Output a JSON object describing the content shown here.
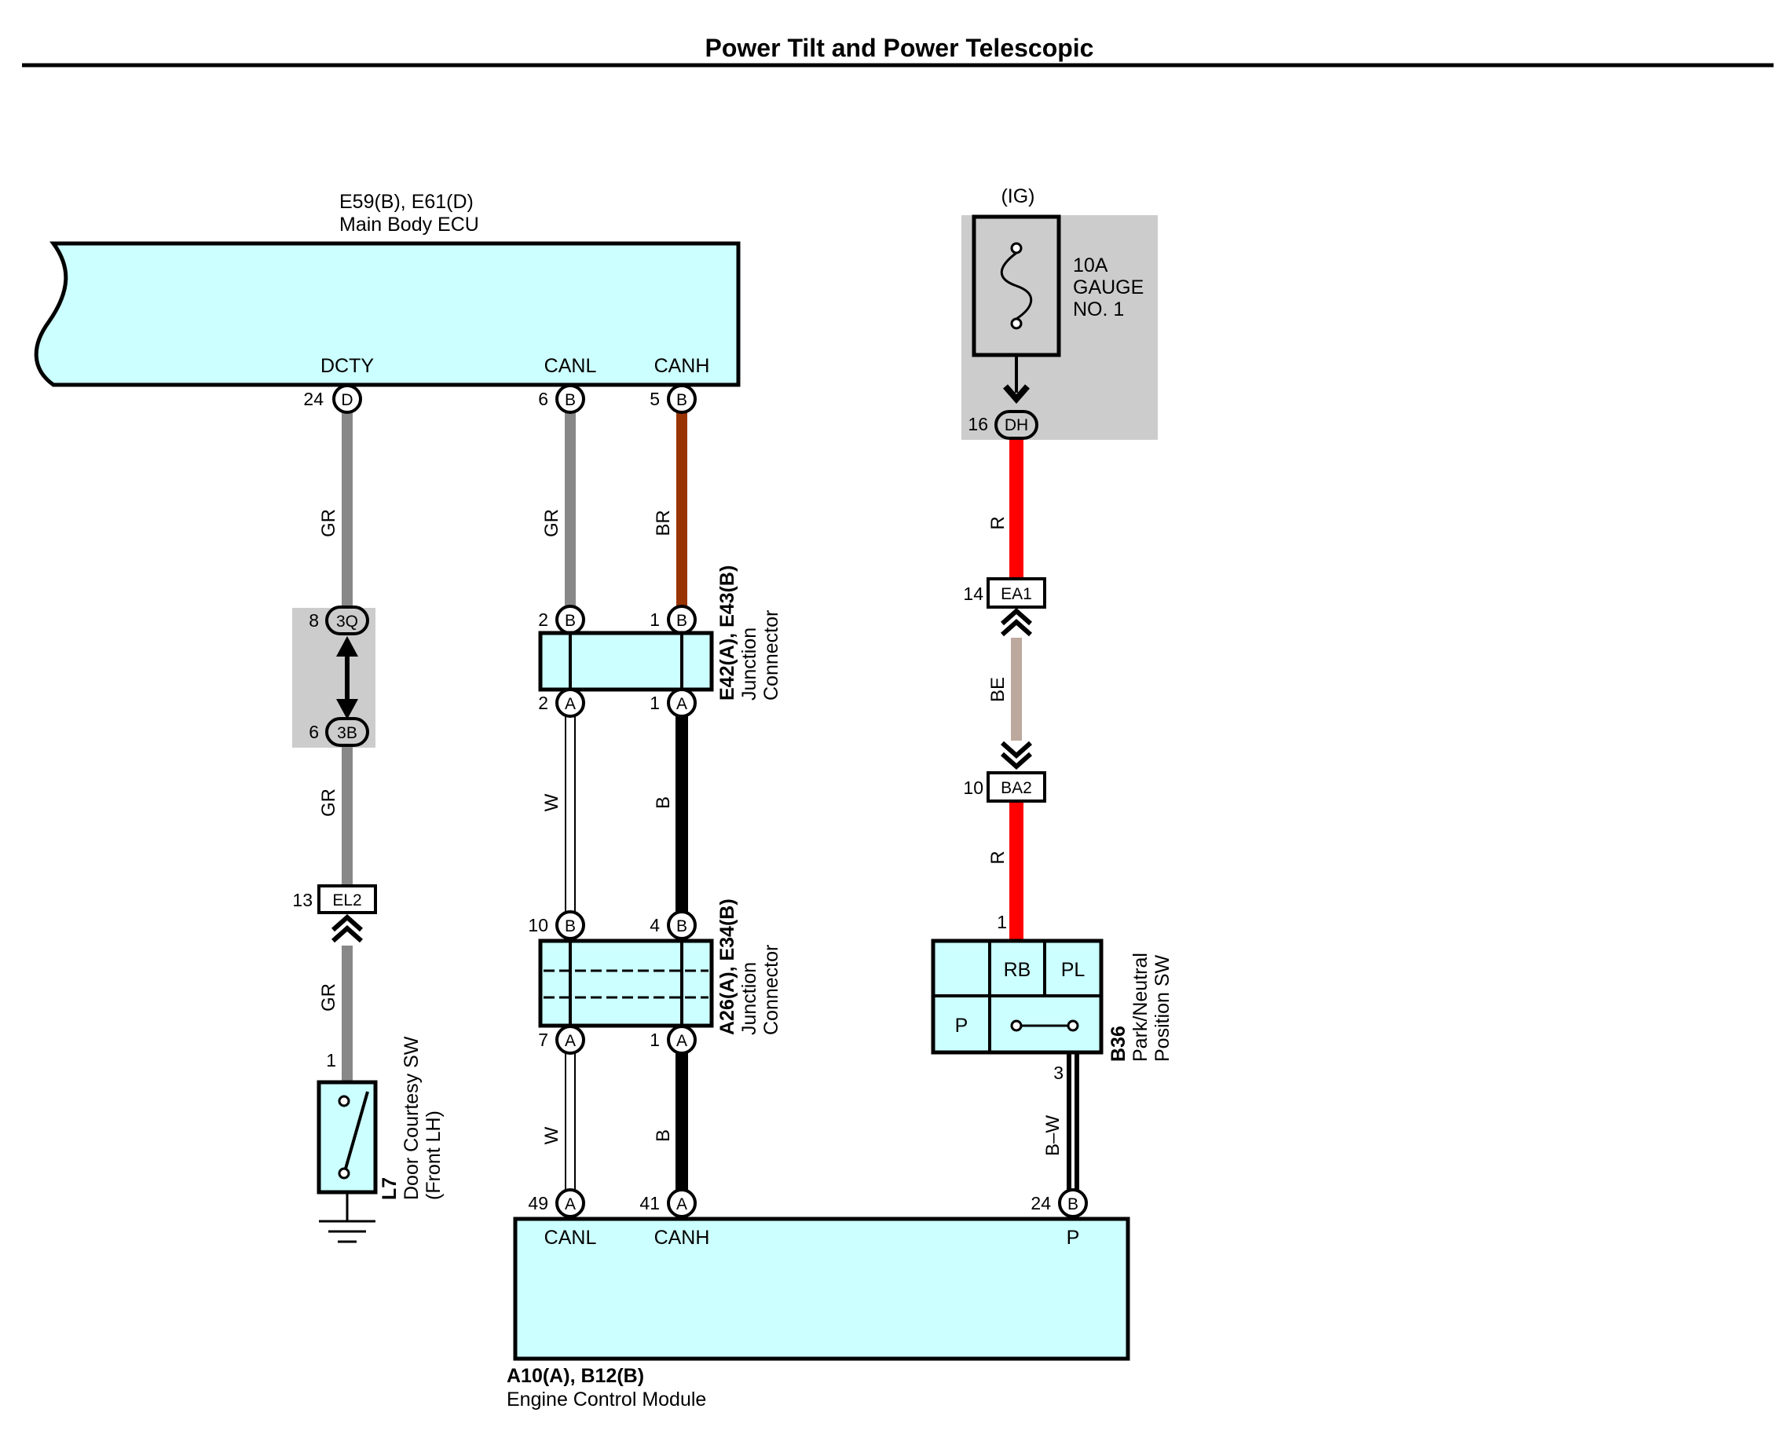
{
  "title": "Power Tilt and Power Telescopic",
  "components": {
    "main_body_ecu": {
      "connector_ids": "E59(B), E61(D)",
      "name": "Main Body ECU",
      "terminals": {
        "dcty": "DCTY",
        "canl": "CANL",
        "canh": "CANH"
      },
      "pins": {
        "dcty_num": "24",
        "dcty_conn": "D",
        "canl_num": "6",
        "canl_conn": "B",
        "canh_num": "5",
        "canh_conn": "B"
      }
    },
    "fuse": {
      "supply": "(IG)",
      "rating": "10A",
      "name_line1": "GAUGE",
      "name_line2": "NO. 1",
      "pin_num": "16",
      "pin_conn": "DH"
    },
    "junction_e42": {
      "connector_ids": "E42(A), E43(B)",
      "name_line1": "Junction",
      "name_line2": "Connector",
      "pins": {
        "top_left_num": "2",
        "top_left_conn": "B",
        "top_right_num": "1",
        "top_right_conn": "B",
        "bot_left_num": "2",
        "bot_left_conn": "A",
        "bot_right_num": "1",
        "bot_right_conn": "A"
      }
    },
    "junction_a26": {
      "connector_ids": "A26(A), E34(B)",
      "name_line1": "Junction",
      "name_line2": "Connector",
      "pins": {
        "top_left_num": "10",
        "top_left_conn": "B",
        "top_right_num": "4",
        "top_right_conn": "B",
        "bot_left_num": "7",
        "bot_left_conn": "A",
        "bot_right_num": "1",
        "bot_right_conn": "A"
      }
    },
    "inline_3q_3b": {
      "top_num": "8",
      "top_conn": "3Q",
      "bot_num": "6",
      "bot_conn": "3B"
    },
    "inline_el2": {
      "num": "13",
      "conn": "EL2"
    },
    "inline_ea1": {
      "num": "14",
      "conn": "EA1"
    },
    "inline_ba2": {
      "num": "10",
      "conn": "BA2"
    },
    "door_sw": {
      "connector_id": "L7",
      "name_line1": "Door Courtesy SW",
      "name_line2": "(Front LH)",
      "pin": "1"
    },
    "park_neutral_sw": {
      "connector_id": "B36",
      "name_line1": "Park/Neutral",
      "name_line2": "Position SW",
      "cells": {
        "rb": "RB",
        "pl": "PL",
        "p": "P"
      },
      "pin_in": "1",
      "pin_out": "3"
    },
    "ecm": {
      "connector_ids": "A10(A), B12(B)",
      "name": "Engine Control Module",
      "terminals": {
        "canl": "CANL",
        "canh": "CANH",
        "p": "P"
      },
      "pins": {
        "canl_num": "49",
        "canl_conn": "A",
        "canh_num": "41",
        "canh_conn": "A",
        "p_num": "24",
        "p_conn": "B"
      }
    }
  },
  "wires": {
    "dcty_1": "GR",
    "dcty_2": "GR",
    "dcty_3": "GR",
    "canl_1": "GR",
    "canh_1": "BR",
    "canl_2": "W",
    "canh_2": "B",
    "canl_3": "W",
    "canh_3": "B",
    "ig_1": "R",
    "ig_2": "BE",
    "ig_3": "R",
    "p_1": "B–W"
  },
  "wire_colors": {
    "GR": "#888888",
    "BR": "#993300",
    "R": "#ff0000",
    "BE": "#bca89c",
    "W": "#ffffff",
    "B": "#000000",
    "component_fill": "#ccffff",
    "shade": "#cccccc"
  }
}
